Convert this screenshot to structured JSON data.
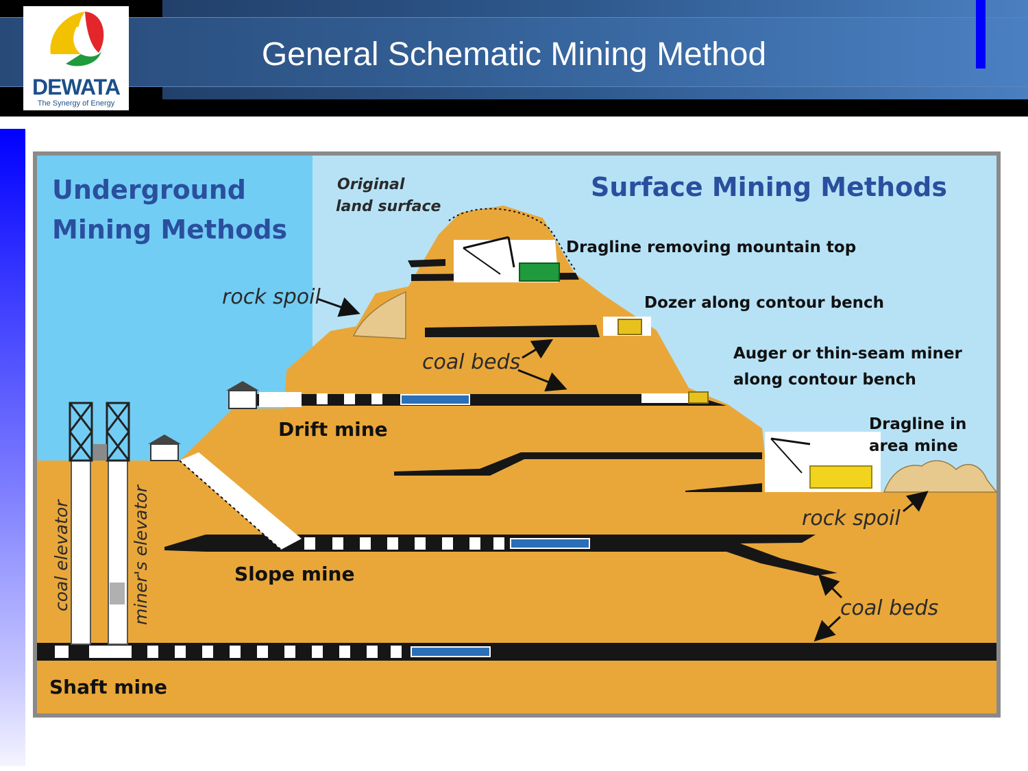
{
  "slide": {
    "title": "General Schematic Mining Method"
  },
  "logo": {
    "wordmark": "DEWATA",
    "tagline": "The Synergy of Energy"
  },
  "diagram": {
    "underground_heading": [
      "Underground",
      "Mining  Methods"
    ],
    "surface_heading": "Surface Mining  Methods",
    "original_land_surface": [
      "Original",
      "land surface"
    ],
    "dragline_mountain_top": "Dragline removing mountain top",
    "dozer_contour_bench": "Dozer along contour bench",
    "auger_miner": [
      "Auger or thin-seam miner",
      "along contour bench"
    ],
    "dragline_area_mine": [
      "Dragline in",
      "area mine"
    ],
    "rock_spoil_left": "rock spoil",
    "rock_spoil_right": "rock spoil",
    "coal_beds_top": "coal beds",
    "coal_beds_right": "coal beds",
    "drift_mine": "Drift mine",
    "slope_mine": "Slope mine",
    "shaft_mine": "Shaft mine",
    "coal_elevator": "coal elevator",
    "miners_elevator": "miner's elevator"
  },
  "colors": {
    "earth": "#e9a73a",
    "sky_underground": "#72cdf4",
    "sky_surface": "#b7e2f6",
    "coal": "#161616",
    "heading": "#2a4f9e",
    "accent": "#0000ff"
  }
}
